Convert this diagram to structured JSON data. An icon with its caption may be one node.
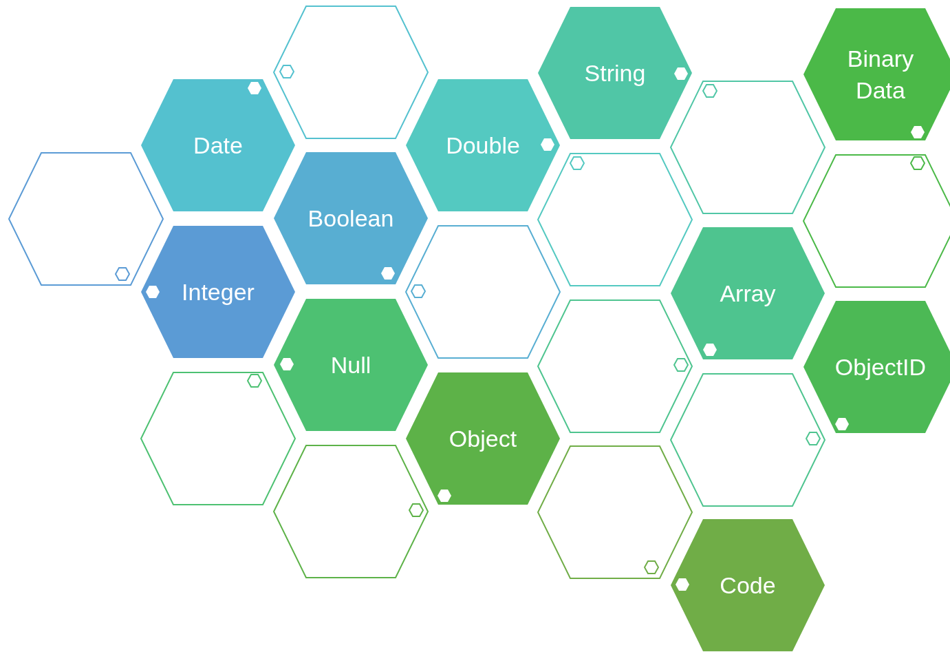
{
  "diagram": {
    "nodes": [
      {
        "text": [],
        "shape": "hexagon"
      },
      {
        "text": [
          "String"
        ]
      },
      {
        "text": [
          "Binary Data"
        ]
      },
      {
        "text": [
          "Date"
        ]
      },
      {
        "text": [
          "Double"
        ]
      },
      {
        "text": [],
        "shape": "hexagon"
      },
      {
        "text": [],
        "shape": "hexagon"
      },
      {
        "text": [
          "Boolean"
        ]
      },
      {
        "text": [],
        "shape": "hexagon"
      },
      {
        "text": [],
        "shape": "hexagon"
      },
      {
        "text": [
          "Integer"
        ]
      },
      {
        "text": [],
        "shape": "hexagon"
      },
      {
        "text": [
          "Array"
        ]
      },
      {
        "text": [
          "Null"
        ]
      },
      {
        "text": [],
        "shape": "hexagon"
      },
      {
        "text": [
          "ObjectID"
        ]
      },
      {
        "text": [],
        "shape": "hexagon"
      },
      {
        "text": [
          "Object"
        ]
      },
      {
        "text": [],
        "shape": "hexagon"
      },
      {
        "text": [],
        "shape": "hexagon"
      },
      {
        "text": [],
        "shape": "hexagon"
      },
      {
        "text": [
          "Code"
        ]
      }
    ]
  }
}
